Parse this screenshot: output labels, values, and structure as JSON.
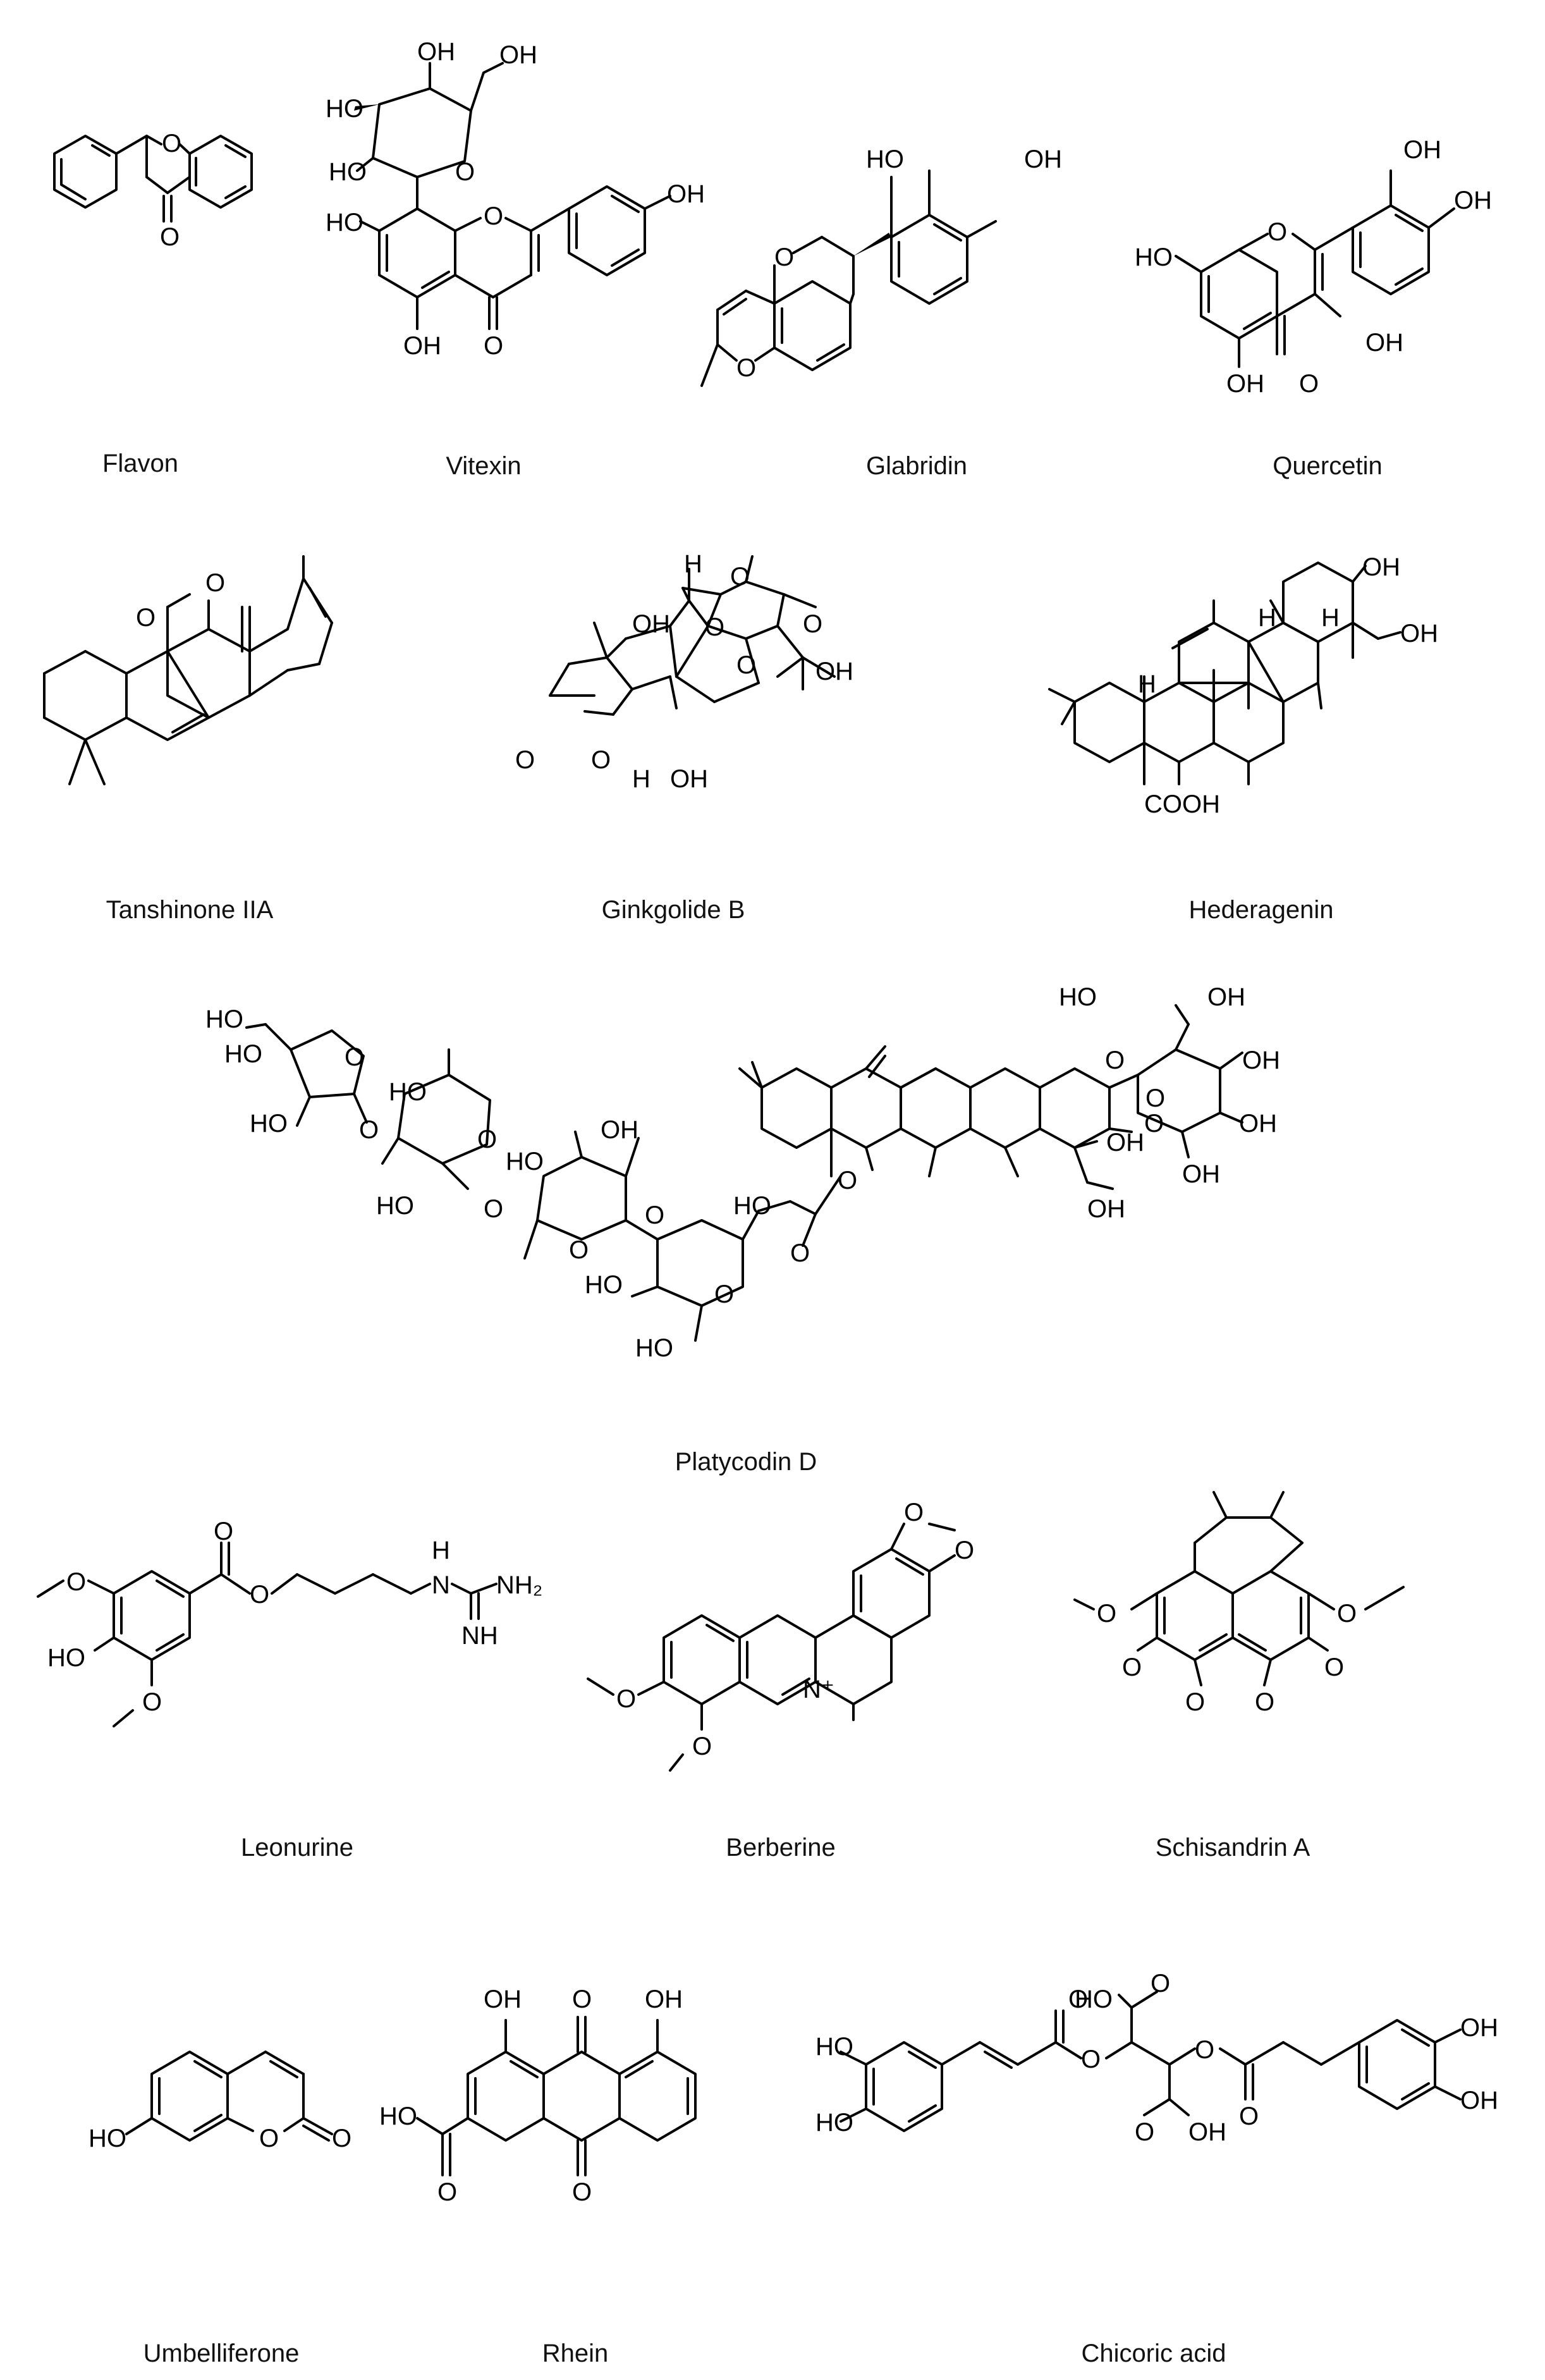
{
  "figure": {
    "compounds": [
      {
        "key": "flavon",
        "name": "Flavon",
        "atoms": [
          "O",
          "O"
        ]
      },
      {
        "key": "vitexin",
        "name": "Vitexin",
        "atoms": [
          "OH",
          "OH",
          "HO",
          "HO",
          "O",
          "HO",
          "O",
          "OH",
          "OH",
          "O"
        ]
      },
      {
        "key": "glabridin",
        "name": "Glabridin",
        "atoms": [
          "HO",
          "OH",
          "O",
          "O"
        ]
      },
      {
        "key": "quercetin",
        "name": "Quercetin",
        "atoms": [
          "OH",
          "OH",
          "HO",
          "O",
          "OH",
          "OH",
          "O"
        ]
      },
      {
        "key": "tanshinone",
        "name": "Tanshinone  IIA",
        "atoms": [
          "O",
          "O"
        ]
      },
      {
        "key": "ginkgolide",
        "name": "Ginkgolide B",
        "atoms": [
          "H",
          "O",
          "O",
          "OH",
          "O",
          "OH",
          "O",
          "O",
          "O",
          "H",
          "OH"
        ]
      },
      {
        "key": "hederagenin",
        "name": "Hederagenin",
        "atoms": [
          "OH",
          "H",
          "H",
          "OH",
          "H",
          "COOH"
        ]
      },
      {
        "key": "platycodin",
        "name": "Platycodin D",
        "atoms": [
          "HO",
          "HO",
          "O",
          "HO",
          "O",
          "HO",
          "O",
          "HO",
          "OH",
          "O",
          "HO",
          "O",
          "HO",
          "O",
          "HO",
          "HO",
          "O",
          "O",
          "HO",
          "OH",
          "OH",
          "O",
          "O",
          "OH",
          "OH",
          "O",
          "OH",
          "OH",
          "O"
        ]
      },
      {
        "key": "leonurine",
        "name": "Leonurine",
        "atoms": [
          "O",
          "O",
          "O",
          "HO",
          "O",
          "H",
          "N",
          "NH₂",
          "NH"
        ]
      },
      {
        "key": "berberine",
        "name": "Berberine",
        "atoms": [
          "O",
          "O",
          "O",
          "N⁺",
          "O"
        ]
      },
      {
        "key": "schisandrin",
        "name": "Schisandrin A",
        "atoms": [
          "O",
          "O",
          "O",
          "O",
          "O",
          "O"
        ]
      },
      {
        "key": "umbelliferone",
        "name": "Umbelliferone",
        "atoms": [
          "HO",
          "O",
          "O"
        ]
      },
      {
        "key": "rhein",
        "name": "Rhein",
        "atoms": [
          "OH",
          "O",
          "OH",
          "HO",
          "O",
          "O"
        ]
      },
      {
        "key": "chicoric",
        "name": "Chicoric acid",
        "atoms": [
          "HO",
          "O",
          "HO",
          "HO",
          "O",
          "O",
          "O",
          "O",
          "OH",
          "O",
          "OH",
          "OH"
        ]
      }
    ]
  }
}
